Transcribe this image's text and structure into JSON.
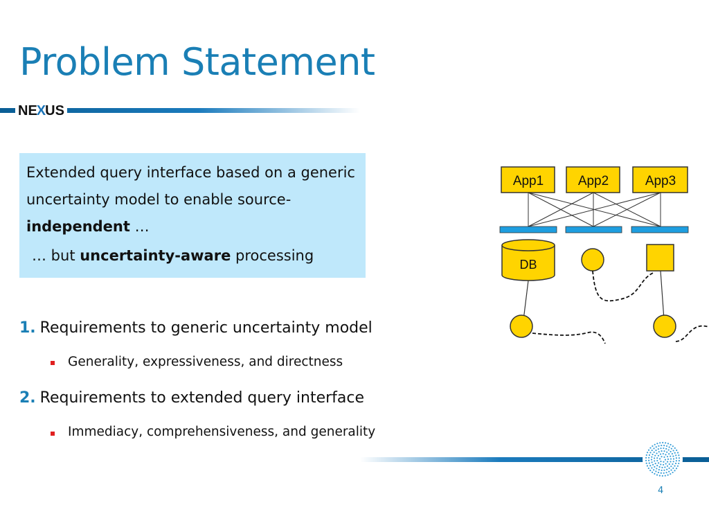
{
  "slide": {
    "title": "Problem Statement",
    "logo": {
      "part1": "NE",
      "part2": "X",
      "part3": "US"
    },
    "page_number": "4"
  },
  "infobox": {
    "line1": "Extended query interface based on a generic uncertainty model to enable source-",
    "line1_bold": "independent",
    "line1_end": " …",
    "line2_start": "… but ",
    "line2_bold": "uncertainty-aware",
    "line2_end": " processing"
  },
  "diagram": {
    "apps": [
      "App1",
      "App2",
      "App3"
    ],
    "db_label": "DB",
    "colors": {
      "box_fill": "#ffd400",
      "box_stroke": "#333333",
      "bar": "#1e9ee0"
    }
  },
  "requirements": [
    {
      "number": "1.",
      "text": "Requirements to generic uncertainty model",
      "sub": "Generality, expressiveness, and directness"
    },
    {
      "number": "2.",
      "text": "Requirements to extended query interface",
      "sub": "Immediacy, comprehensiveness, and generality"
    }
  ],
  "colors": {
    "accent": "#1a7fb5",
    "info_bg": "#bfe8fb",
    "bullet": "#e02020"
  }
}
